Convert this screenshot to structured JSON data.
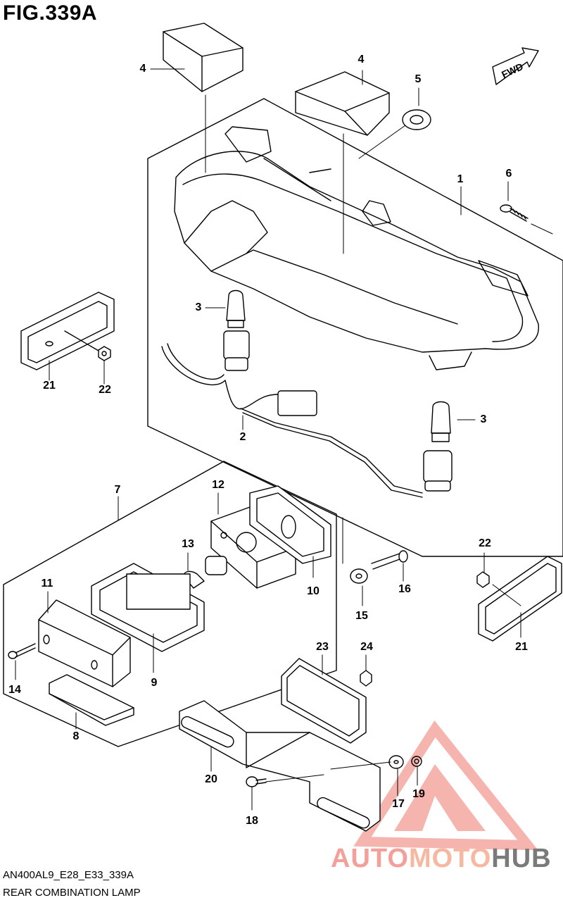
{
  "figure": {
    "title": "FIG.339A"
  },
  "footer": {
    "code": "AN400AL9_E28_E33_339A",
    "caption": "REAR COMBINATION LAMP"
  },
  "fwd_label": "FWD",
  "watermark": {
    "part1": "AUTO",
    "part2": "MOTO",
    "part3": "HUB"
  },
  "callouts": [
    {
      "id": "c4a",
      "text": "4"
    },
    {
      "id": "c4b",
      "text": "4"
    },
    {
      "id": "c5",
      "text": "5"
    },
    {
      "id": "c1",
      "text": "1"
    },
    {
      "id": "c6",
      "text": "6"
    },
    {
      "id": "c3a",
      "text": "3"
    },
    {
      "id": "c3b",
      "text": "3"
    },
    {
      "id": "c2",
      "text": "2"
    },
    {
      "id": "c21a",
      "text": "21"
    },
    {
      "id": "c22a",
      "text": "22"
    },
    {
      "id": "c7",
      "text": "7"
    },
    {
      "id": "c12",
      "text": "12"
    },
    {
      "id": "c13",
      "text": "13"
    },
    {
      "id": "c11",
      "text": "11"
    },
    {
      "id": "c10",
      "text": "10"
    },
    {
      "id": "c15",
      "text": "15"
    },
    {
      "id": "c16",
      "text": "16"
    },
    {
      "id": "c22b",
      "text": "22"
    },
    {
      "id": "c21b",
      "text": "21"
    },
    {
      "id": "c9",
      "text": "9"
    },
    {
      "id": "c14",
      "text": "14"
    },
    {
      "id": "c8",
      "text": "8"
    },
    {
      "id": "c23",
      "text": "23"
    },
    {
      "id": "c24",
      "text": "24"
    },
    {
      "id": "c20",
      "text": "20"
    },
    {
      "id": "c17",
      "text": "17"
    },
    {
      "id": "c19",
      "text": "19"
    },
    {
      "id": "c18",
      "text": "18"
    }
  ]
}
